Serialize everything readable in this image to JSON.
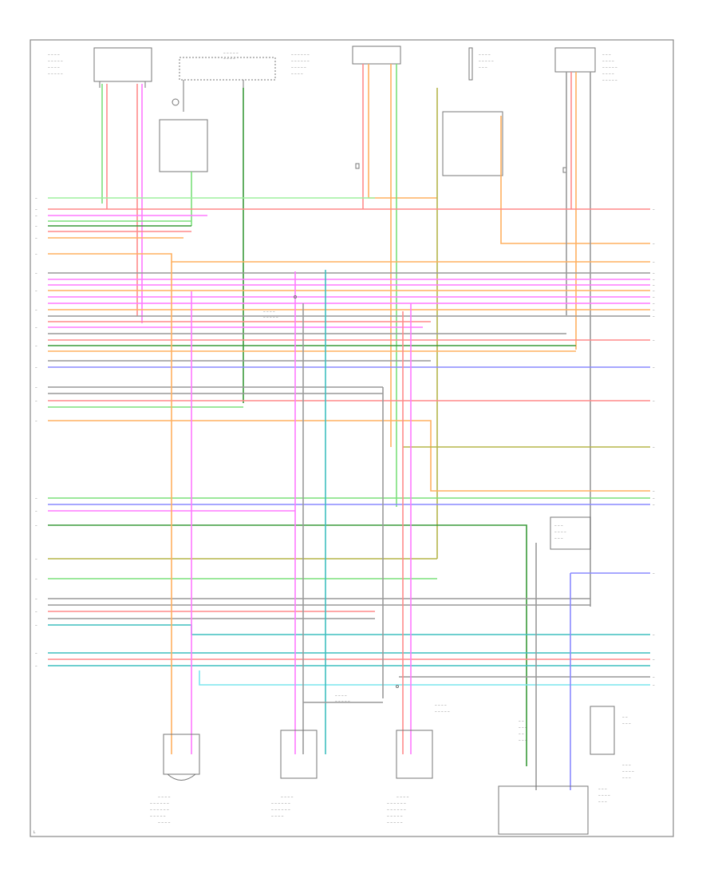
{
  "figure": {
    "footer_code": "L"
  },
  "colors": {
    "green": "#7be07b",
    "red": "#ff8a8a",
    "pink": "#ff7aff",
    "orange": "#ffb060",
    "blue": "#8a8aff",
    "cyan": "#7ae6ee",
    "teal": "#3fbfbf",
    "olive": "#b6b64a",
    "darkgreen": "#3a9a3a",
    "gray": "#999999",
    "lightgreen": "#9ff09f",
    "tan": "#d6b070"
  },
  "icons": [
    "ground-symbol",
    "connector-symbol",
    "switch-symbol",
    "diode-symbol"
  ]
}
